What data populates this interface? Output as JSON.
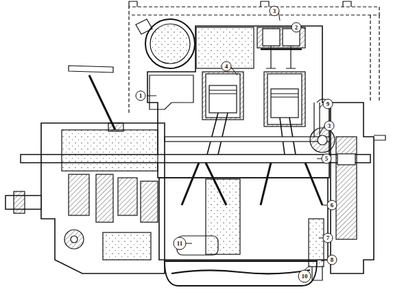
{
  "diagram": {
    "labels": [
      "1",
      "2",
      "3",
      "4",
      "9",
      "3",
      "5",
      "6",
      "7",
      "8",
      "10",
      "11"
    ]
  }
}
